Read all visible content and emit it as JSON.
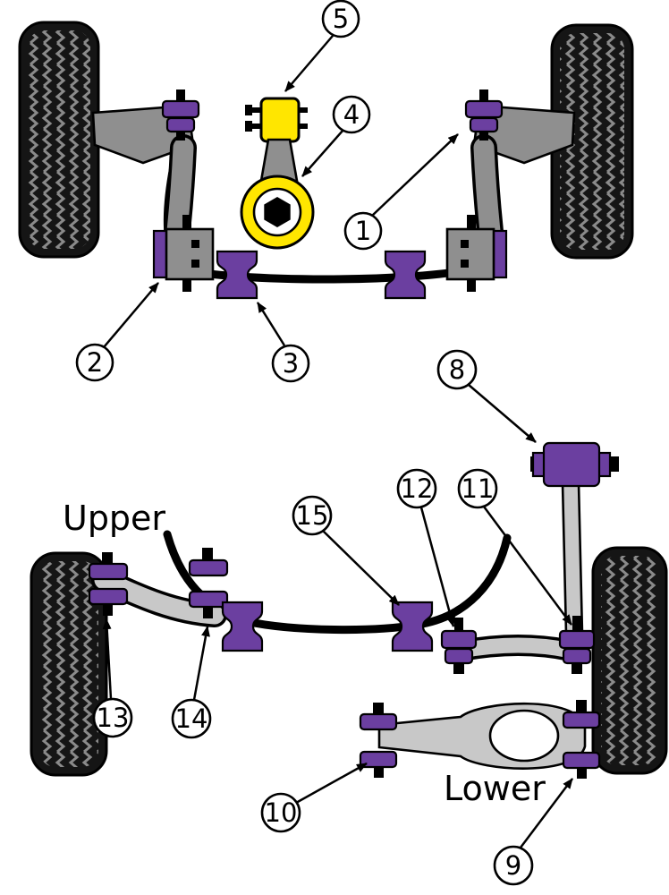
{
  "labels": {
    "upper": "Upper",
    "lower": "Lower"
  },
  "callouts": {
    "c1": "1",
    "c2": "2",
    "c3": "3",
    "c4": "4",
    "c5": "5",
    "c8": "8",
    "c9": "9",
    "c10": "10",
    "c11": "11",
    "c12": "12",
    "c13": "13",
    "c14": "14",
    "c15": "15"
  },
  "colors": {
    "bushing_purple": "#6b3fa0",
    "mount_yellow": "#ffe600",
    "arm_gray_front": "#8f8f8f",
    "arm_gray_rear": "#c8c8c8",
    "tire_black": "#151515",
    "tread_gray": "#8a8a8a",
    "callout_bg": "#ffffff"
  }
}
